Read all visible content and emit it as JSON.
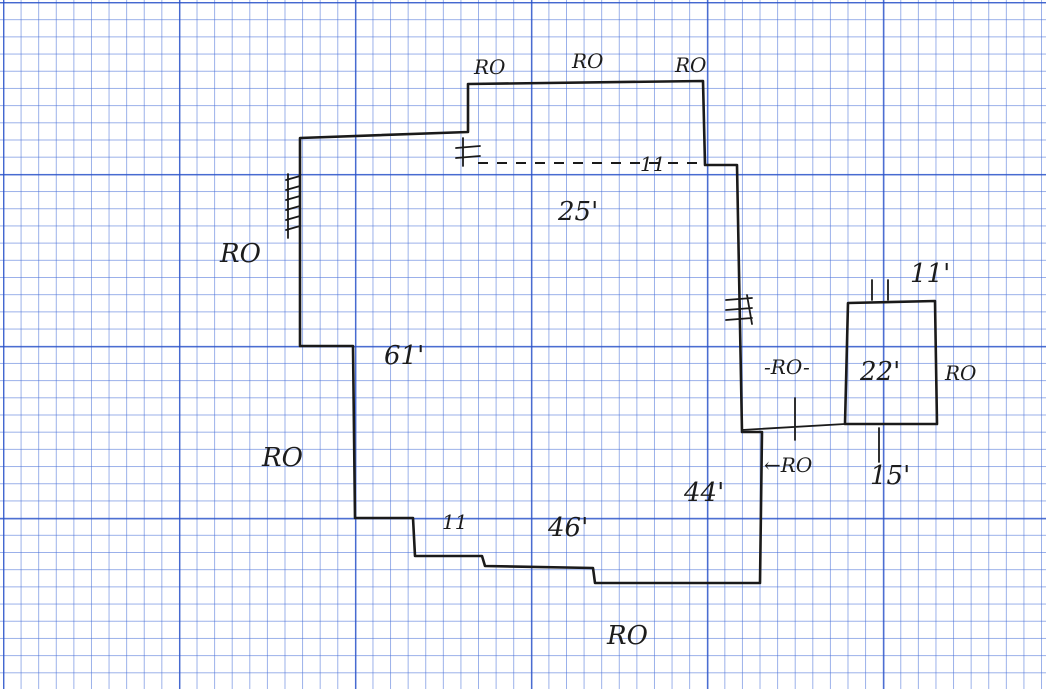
{
  "plan": {
    "labels": {
      "top_left": "RO",
      "top_middle": "RO",
      "top_right": "RO",
      "left_upper": "RO",
      "left_lower": "RO",
      "bottom": "RO",
      "upper_dim": "25'",
      "left_dim": "61'",
      "bottom_dim": "46'",
      "right_dim": "44'",
      "bottom_step_mark": "11",
      "top_dashed_mark": "11",
      "connector": "-RO-",
      "connector_arrow": "←RO",
      "annex_top": "11'",
      "annex_inner": "22'",
      "annex_right": "RO",
      "annex_bottom": "15'"
    }
  }
}
